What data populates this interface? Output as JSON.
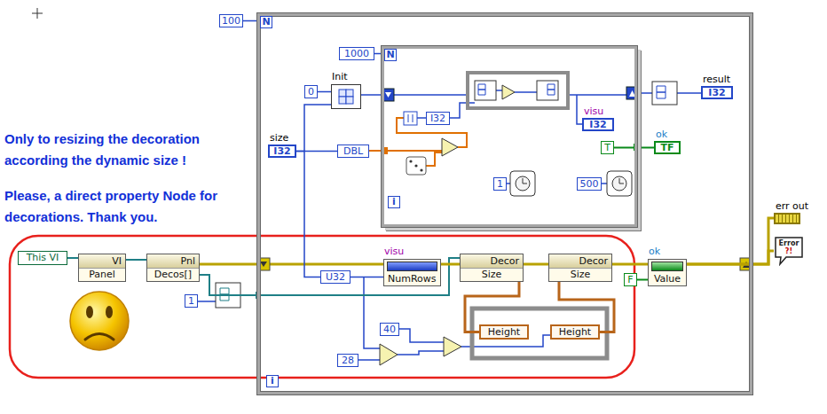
{
  "diagram": {
    "nodes": [
      {
        "text": [
          "N",
          "i"
        ]
      },
      {
        "text": [
          "100"
        ]
      },
      {
        "text": [
          "N",
          "i"
        ],
        "in": 0
      },
      {
        "text": [
          "1000"
        ],
        "in": 0
      },
      {
        "text": [
          "0"
        ],
        "in": 0
      },
      {
        "text": [
          "Init"
        ],
        "in": 0
      },
      {
        "text": [
          "size",
          "I32"
        ],
        "in": 0
      },
      {
        "text": [
          "DBL"
        ],
        "in": 0
      },
      {
        "text": [
          "I32"
        ],
        "in": 2
      },
      {
        "text": [
          "1"
        ],
        "in": 2
      },
      {
        "text": [
          "500"
        ],
        "in": 2
      },
      {
        "text": [
          "visu",
          "I32"
        ],
        "in": 2
      },
      {
        "text": [
          "result",
          "I32"
        ],
        "in": 0
      },
      {
        "text": [
          "T"
        ],
        "in": 2
      },
      {
        "text": [
          "ok",
          "TF"
        ],
        "in": 0
      },
      {
        "text": [
          "This VI"
        ]
      },
      {
        "text": [
          "VI",
          "Panel"
        ]
      },
      {
        "text": [
          "Pnl",
          "Decos[]"
        ]
      },
      {
        "text": [
          "1"
        ]
      },
      {
        "text": [
          "U32"
        ],
        "in": 0
      },
      {
        "text": [
          "visu",
          "NumRows"
        ],
        "in": 0
      },
      {
        "text": [
          "Decor",
          "Size"
        ],
        "in": 0
      },
      {
        "text": [
          "Decor",
          "Size"
        ],
        "in": 0
      },
      {
        "text": [
          "Height"
        ],
        "in": 0
      },
      {
        "text": [
          "Height"
        ],
        "in": 0
      },
      {
        "text": [
          "40"
        ],
        "in": 0
      },
      {
        "text": [
          "28"
        ],
        "in": 0
      },
      {
        "text": [
          "ok",
          "Value"
        ],
        "in": 0
      },
      {
        "text": [
          "F"
        ],
        "in": 0
      },
      {
        "text": [
          "err out"
        ]
      },
      {
        "text": [
          "Error",
          "?!"
        ]
      }
    ],
    "edges": [
      {
        "from": 1,
        "to": 0,
        "arrow": "none"
      },
      {
        "from": 3,
        "to": 2,
        "arrow": "none"
      },
      {
        "from": 4,
        "to": 5,
        "arrow": "none"
      },
      {
        "from": 6,
        "to": 7,
        "arrow": "none"
      },
      {
        "from": 6,
        "to": 19,
        "arrow": "none"
      },
      {
        "from": 13,
        "to": 14,
        "arrow": "none"
      },
      {
        "from": 15,
        "to": 16,
        "arrow": "none"
      },
      {
        "from": 16,
        "to": 17,
        "arrow": "none"
      },
      {
        "from": 17,
        "to": 21,
        "arrow": "none"
      },
      {
        "from": 19,
        "to": 20,
        "arrow": "none"
      },
      {
        "from": 20,
        "to": 21,
        "arrow": "none"
      },
      {
        "from": 21,
        "to": 22,
        "arrow": "none"
      },
      {
        "from": 22,
        "to": 27,
        "arrow": "none"
      },
      {
        "from": 28,
        "to": 27,
        "arrow": "none"
      },
      {
        "from": 27,
        "to": 29,
        "arrow": "none"
      },
      {
        "from": 27,
        "to": 30,
        "arrow": "none"
      },
      {
        "from": 21,
        "to": 23,
        "arrow": "none"
      },
      {
        "from": 24,
        "to": 22,
        "arrow": "none"
      }
    ],
    "labels": [
      "Only to resizing the decoration according the dynamic size !",
      "Please, a direct property Node for decorations. Thank you."
    ]
  }
}
